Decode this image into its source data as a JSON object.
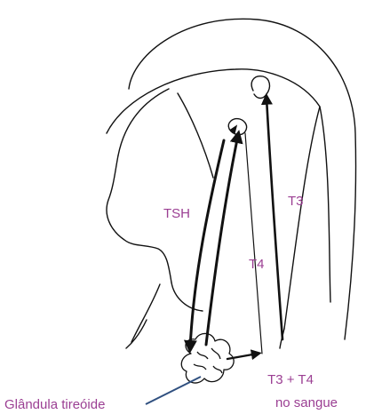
{
  "labels": {
    "tsh": "TSH",
    "t3": "T3",
    "t4": "T4",
    "t3_t4": "T3 + T4",
    "no_sangue": "no sangue",
    "glandula": "Glândula tireóide"
  },
  "colors": {
    "line": "#111111",
    "label": "#9b3f93",
    "pointer": "#2f4f7f"
  }
}
